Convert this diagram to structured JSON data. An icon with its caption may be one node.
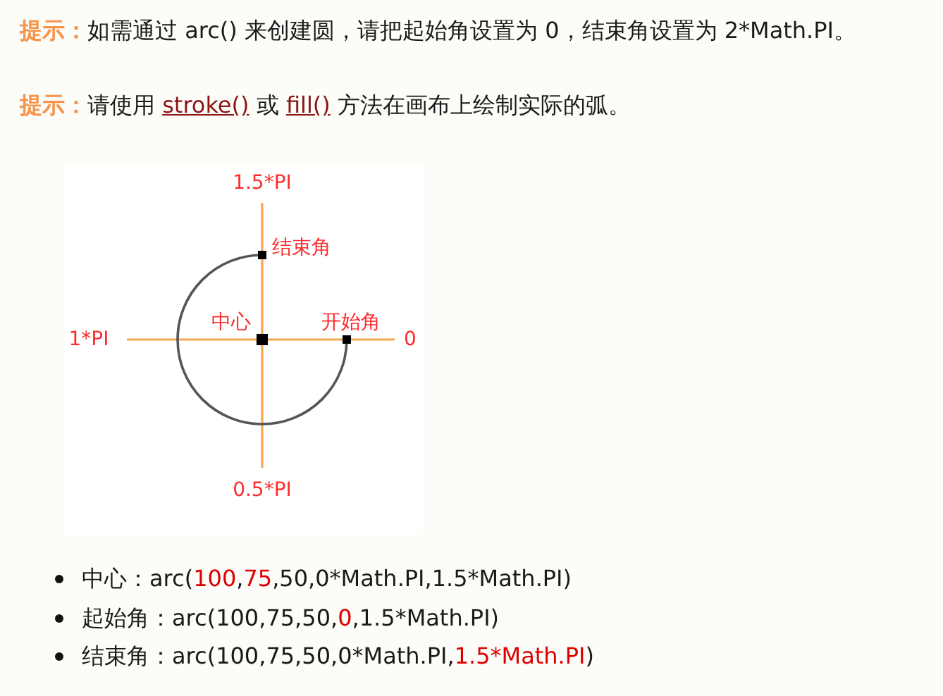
{
  "diagram": {
    "labels": [
      "**提示：**如需通过 arc() 来创建圆，请把起始角设置为 0，结束角设置为 2*Math.PI。",
      "**提示：**请使用",
      "stroke()",
      "或",
      "fill()",
      "方法在画布上绘制实际的弧。",
      "1.5*PI",
      "结束角",
      "中心",
      "开始角",
      "1*PI",
      "0",
      "0.5*PI",
      "中心：arc(",
      "100",
      ",",
      "75",
      ",50,0*Math.PI,1.5*Math.PI)",
      "起始角：arc(100,75,50,",
      "0",
      ",1.5*Math.PI)",
      "结束角：arc(100,75,50,0*Math.PI,",
      "1.5*Math.PI",
      ")"
    ]
  }
}
